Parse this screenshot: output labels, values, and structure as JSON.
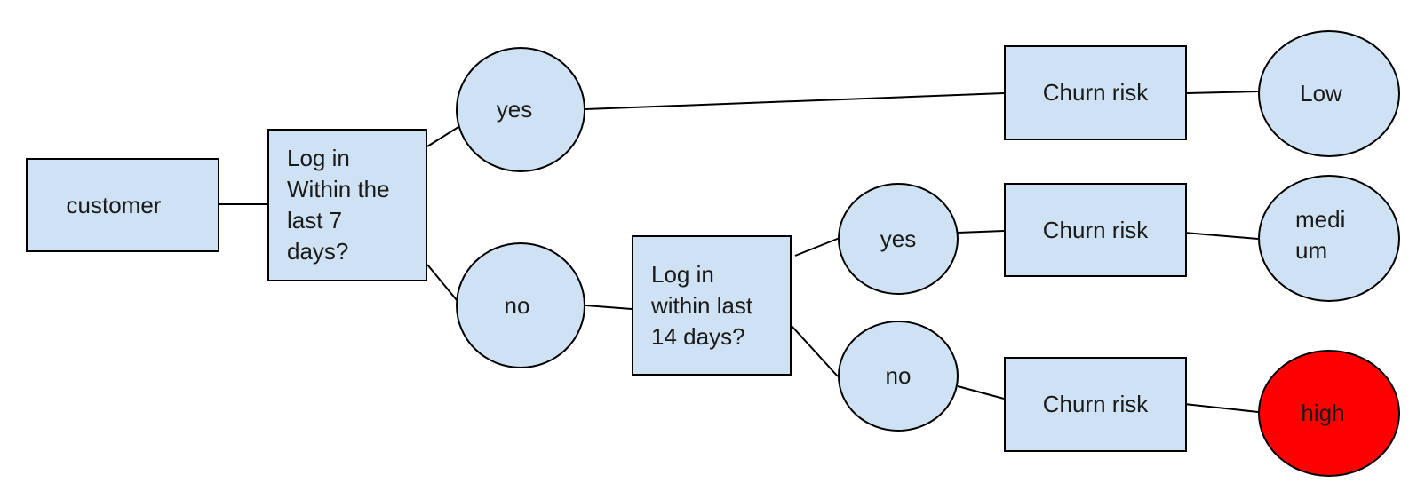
{
  "colors": {
    "fill": "#cfe2f3",
    "high": "#ff0000",
    "stroke": "#000000",
    "text": "#1a1a1a"
  },
  "nodes": {
    "customer": "customer",
    "q1": "Log in\nWithin the\nlast 7\ndays?",
    "yes1": "yes",
    "no1": "no",
    "q2": "Log in\nwithin last\n14 days?",
    "yes2": "yes",
    "no2": "no",
    "churn1": "Churn risk",
    "churn2": "Churn risk",
    "churn3": "Churn risk",
    "low": "Low",
    "medium": "medi\num",
    "high": "high"
  }
}
